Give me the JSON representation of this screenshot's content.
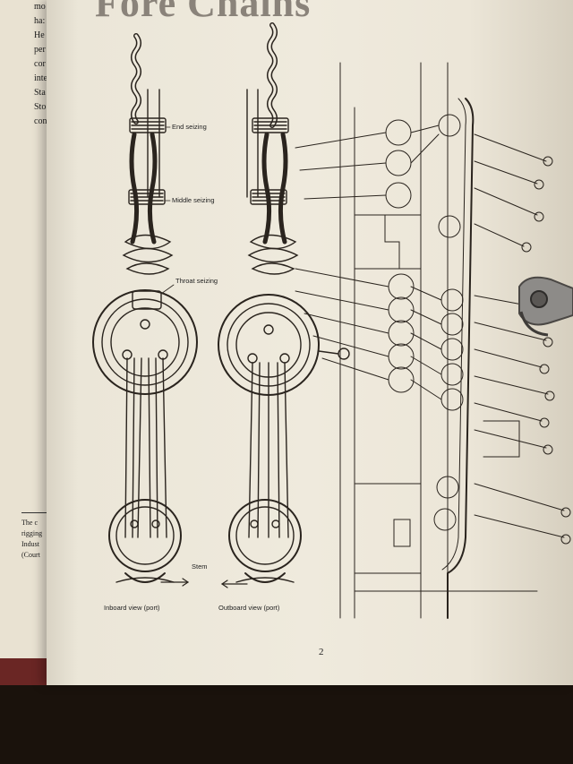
{
  "page": {
    "header_title": "Fore Chains",
    "page_number": "2"
  },
  "left_page": {
    "text_fragments": [
      "mo",
      "ha:",
      "He",
      "per",
      "cor",
      "inte",
      "Sta",
      "Sto",
      "con"
    ],
    "caption_fragments": [
      "The c",
      "rigging",
      "Indust",
      "(Court"
    ]
  },
  "figure": {
    "labels": {
      "end_seizing": "End seizing",
      "middle_seizing": "Middle seizing",
      "throat_seizing": "Throat seizing",
      "stem": "Stem",
      "inboard_view": "Inboard view (port)",
      "outboard_view": "Outboard view (port)"
    }
  },
  "colors": {
    "ink": "#2a241e",
    "paper": "#efeadd",
    "cover": "#6a2624"
  }
}
